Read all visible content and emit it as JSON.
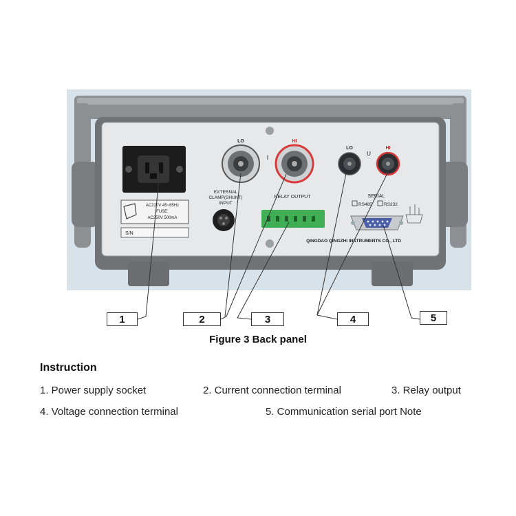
{
  "panel": {
    "lo_current_label": "LO",
    "hi_current_label": "HI",
    "current_symbol": "I",
    "lo_voltage_label": "LO",
    "hi_voltage_label": "HI",
    "voltage_symbol": "U",
    "external_clamp_label": [
      "EXTERNAL",
      "CLAMP(SHUNT)",
      "INPUT"
    ],
    "relay_output_label": "RELAY OUTPUT",
    "serial_label": "SERIAL",
    "rs485_label": "RS485",
    "rs232_label": "RS232",
    "manufacturer": "QINGDAO QINGZHI INSTRUMENTS CO., LTD",
    "power_rating": [
      "AC220V 45~65Hz",
      "FUSE:",
      "AC250V 500mA"
    ],
    "sn_label": "S/N",
    "colors": {
      "panel": "#e6e8e9",
      "handle": "#8c9093",
      "hi_ring": "#d93a3a",
      "relay_terminal": "#3fae55",
      "serial_port": "#4a5fa8",
      "background": "#d8e2ea"
    }
  },
  "callouts": [
    "1",
    "2",
    "3",
    "4",
    "5"
  ],
  "figure_caption": "Figure 3 Back panel",
  "instruction": {
    "title": "Instruction",
    "items": [
      "1.   Power supply socket",
      "2. Current connection terminal",
      "3. Relay output",
      "4. Voltage connection terminal",
      "5. Communication serial port Note"
    ]
  }
}
